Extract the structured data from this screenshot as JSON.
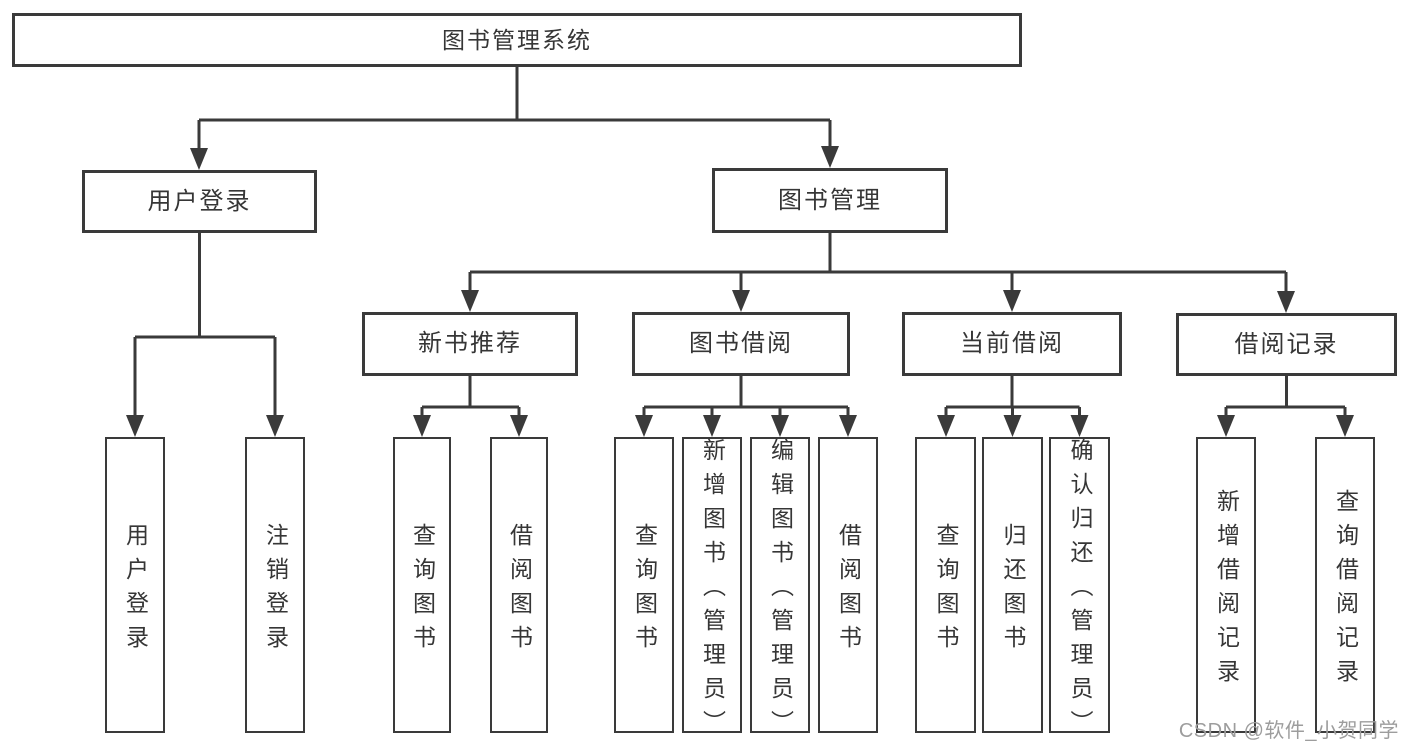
{
  "watermark": "CSDN @软件_小贺同学",
  "colors": {
    "line": "#3a3a3a",
    "box_border": "#3a3a3a",
    "text": "#363636",
    "watermark": "#9d9d9d",
    "background": "#ffffff"
  },
  "chart_data": {
    "type": "tree-diagram",
    "title": "图书管理系统"
  },
  "tree": {
    "label": "图书管理系统",
    "children": [
      {
        "label": "用户登录",
        "children": [
          {
            "label": "用户登录"
          },
          {
            "label": "注销登录"
          }
        ]
      },
      {
        "label": "图书管理",
        "children": [
          {
            "label": "新书推荐",
            "children": [
              {
                "label": "查询图书"
              },
              {
                "label": "借阅图书"
              }
            ]
          },
          {
            "label": "图书借阅",
            "children": [
              {
                "label": "查询图书"
              },
              {
                "label": "新增图书（管理员）"
              },
              {
                "label": "编辑图书（管理员）"
              },
              {
                "label": "借阅图书"
              }
            ]
          },
          {
            "label": "当前借阅",
            "children": [
              {
                "label": "查询图书"
              },
              {
                "label": "归还图书"
              },
              {
                "label": "确认归还（管理员）"
              }
            ]
          },
          {
            "label": "借阅记录",
            "children": [
              {
                "label": "新增借阅记录"
              },
              {
                "label": "查询借阅记录"
              }
            ]
          }
        ]
      }
    ]
  }
}
